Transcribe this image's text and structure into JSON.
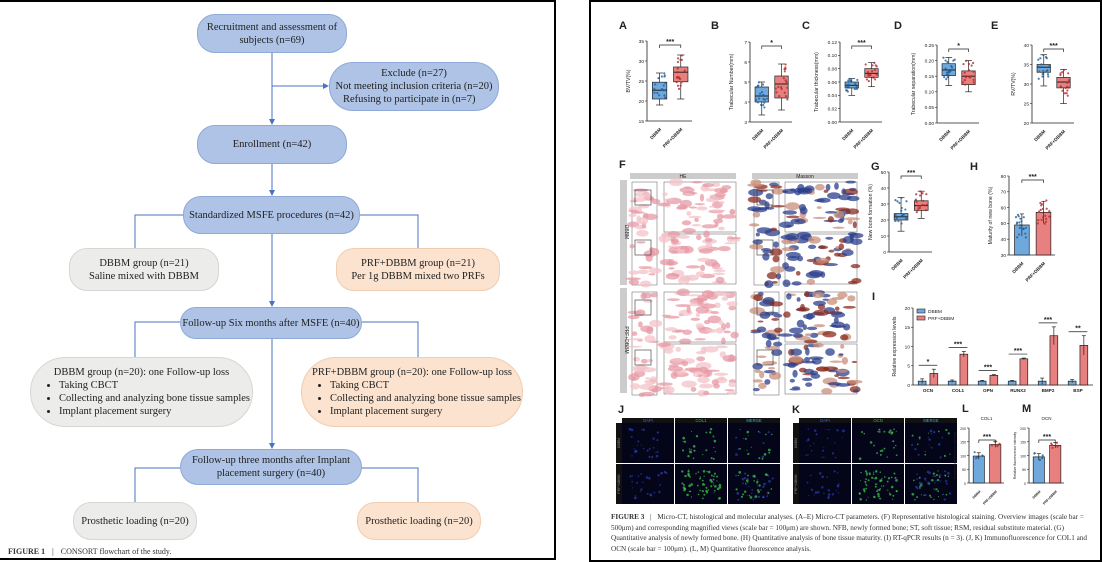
{
  "figure1": {
    "nodes": {
      "recruit": [
        "Recruitment and assessment of",
        "subjects   (n=69)"
      ],
      "exclude": [
        "Exclude (n=27)",
        "Not meeting inclusion criteria (n=20)",
        "Refusing to participate in (n=7)"
      ],
      "enroll": "Enrollment (n=42)",
      "msfe": "Standardized MSFE procedures (n=42)",
      "dbbm21": [
        "DBBM group (n=21)",
        "Saline mixed with DBBM"
      ],
      "prf21": [
        "PRF+DBBM group (n=21)",
        "Per 1g DBBM mixed two PRFs"
      ],
      "follow6": "Follow-up Six months after MSFE (n=40)",
      "dbbm20": {
        "title": "DBBM group (n=20): one Follow-up loss",
        "items": [
          "Taking CBCT",
          "Collecting and analyzing bone tissue samples",
          "Implant placement surgery"
        ]
      },
      "prf20": {
        "title": "PRF+DBBM group (n=20): one Follow-up loss",
        "items": [
          "Taking CBCT",
          "Collecting and analyzing bone tissue samples",
          "Implant placement surgery"
        ]
      },
      "follow3": [
        "Follow-up three months after Implant",
        "placement surgery (n=40)"
      ],
      "prosth_left": "Prosthetic loading (n=20)",
      "prosth_right": "Prosthetic loading (n=20)"
    },
    "colors": {
      "main": "#aec3e6",
      "control": "#ececea",
      "treatment": "#fbe3cf",
      "arrow": "#4a72c4"
    },
    "caption_label": "FIGURE 1",
    "caption_sep": "|",
    "caption_text": "CONSORT flowchart of the study."
  },
  "figure3": {
    "histology": {
      "panel": "F",
      "stains": [
        "HE",
        "Masson"
      ],
      "groups": [
        "DBBM",
        "PRF+DBBM"
      ]
    },
    "if_J": {
      "panel": "J",
      "channels": [
        "DAPI",
        "COL1",
        "MERGE"
      ],
      "groups": [
        "DBBM",
        "PRF+DBBM"
      ]
    },
    "if_K": {
      "panel": "K",
      "channels": [
        "DAPI",
        "OCN",
        "MERGE"
      ],
      "groups": [
        "DBBM",
        "PRF+DBBM"
      ]
    },
    "caption_label": "FIGURE 3",
    "caption_sep": "|",
    "caption_text": "Micro-CT, histological and molecular analyses. (A–E) Micro-CT parameters. (F) Representative histological staining. Overview images (scale bar = 500μm) and corresponding magnified views (scale bar = 100μm) are shown. NFB, newly formed bone; ST, soft tissue; RSM, residual substitute material. (G) Quantitative analysis of newly formed bone. (H) Quantitative analysis of bone tissue maturity. (I) RT-qPCR results (n = 3). (J, K) Immunofluorescence for COL1 and OCN (scale bar = 100μm). (L, M) Quantitative fluorescence analysis.",
    "colors": {
      "DBBM": "#6fa8dc",
      "PRF+DBBM": "#e88080"
    }
  },
  "chart_data": [
    {
      "panel": "A",
      "type": "box",
      "ylabel": "BV/TV(%)",
      "ylim": [
        15,
        35
      ],
      "ticks": [
        15,
        20,
        25,
        30,
        35
      ],
      "categories": [
        "DBBM",
        "PRF+DBBM"
      ],
      "boxes": [
        [
          19,
          20.5,
          22.7,
          24.7,
          27
        ],
        [
          20.5,
          24.8,
          27.2,
          28.5,
          31.5
        ]
      ],
      "significance": "***"
    },
    {
      "panel": "B",
      "type": "box",
      "ylabel": "Trabecular Number(mm)",
      "ylim": [
        3,
        7
      ],
      "ticks": [
        3,
        4,
        5,
        6,
        7
      ],
      "categories": [
        "DBBM",
        "PRF+DBBM"
      ],
      "boxes": [
        [
          3.35,
          4.0,
          4.3,
          4.75,
          5.0
        ],
        [
          3.6,
          4.2,
          4.9,
          5.3,
          5.9
        ]
      ],
      "significance": "*"
    },
    {
      "panel": "C",
      "type": "box",
      "ylabel": "Trabecular thickness(mm)",
      "ylim": [
        0,
        0.12
      ],
      "ticks": [
        "0.00",
        "0.02",
        "0.04",
        "0.06",
        "0.08",
        "0.10",
        "0.12"
      ],
      "categories": [
        "DBBM",
        "PRF+DBBM"
      ],
      "boxes": [
        [
          0.04,
          0.051,
          0.055,
          0.06,
          0.065
        ],
        [
          0.053,
          0.067,
          0.073,
          0.08,
          0.089
        ]
      ],
      "significance": "***"
    },
    {
      "panel": "D",
      "type": "box",
      "ylabel": "Trabecular separation(mm)",
      "ylim": [
        0,
        0.25
      ],
      "ticks": [
        "0.00",
        "0.05",
        "0.10",
        "0.15",
        "0.20",
        "0.25"
      ],
      "categories": [
        "DBBM",
        "PRF+DBBM"
      ],
      "boxes": [
        [
          0.12,
          0.152,
          0.17,
          0.19,
          0.21
        ],
        [
          0.1,
          0.123,
          0.15,
          0.167,
          0.2
        ]
      ],
      "significance": "*"
    },
    {
      "panel": "E",
      "type": "box",
      "ylabel": "RV/TV(%)",
      "ylim": [
        20,
        40
      ],
      "ticks": [
        20,
        25,
        30,
        35,
        40
      ],
      "categories": [
        "DBBM",
        "PRF+DBBM"
      ],
      "boxes": [
        [
          29.5,
          33,
          34.3,
          35,
          37.5
        ],
        [
          25,
          29,
          30.5,
          31.7,
          33.7
        ]
      ],
      "significance": "***"
    },
    {
      "panel": "G",
      "type": "box",
      "ylabel": "New bone formation (%)",
      "ylim": [
        0,
        50
      ],
      "ticks": [
        0,
        10,
        20,
        30,
        40,
        50
      ],
      "categories": [
        "DBBM",
        "PRF+DBBM"
      ],
      "boxes": [
        [
          13,
          20,
          22,
          24,
          34
        ],
        [
          21,
          26,
          29,
          32,
          38
        ]
      ],
      "significance": "***"
    },
    {
      "panel": "H",
      "type": "bar",
      "ylabel": "Maturity of new bone (%)",
      "ylim": [
        30,
        80
      ],
      "ticks": [
        30,
        40,
        50,
        60,
        70,
        80
      ],
      "categories": [
        "DBBM",
        "PRF+DBBM"
      ],
      "values": [
        49,
        57
      ],
      "errors": [
        7,
        7
      ],
      "significance": "***"
    },
    {
      "panel": "I",
      "type": "grouped-bar",
      "ylabel": "Relative expression levels",
      "ylim": [
        0,
        20
      ],
      "ticks": [
        0,
        5,
        10,
        15,
        20
      ],
      "categories": [
        "OCN",
        "COL1",
        "OPN",
        "RUNX2",
        "BMP2",
        "BSP"
      ],
      "legend": "top-left",
      "series": [
        {
          "name": "DBBM",
          "values": [
            1,
            1,
            1,
            1,
            1,
            1
          ],
          "errors": [
            0.6,
            0.3,
            0.2,
            0.2,
            0.8,
            0.4
          ]
        },
        {
          "name": "PRF+DBBM",
          "values": [
            3,
            8,
            2.5,
            6.8,
            12.8,
            10.3
          ],
          "errors": [
            1.1,
            0.7,
            0.2,
            0.2,
            2.3,
            2.5
          ]
        }
      ],
      "significance": [
        "*",
        "***",
        "***",
        "***",
        "***",
        "**"
      ]
    },
    {
      "panel": "L",
      "type": "bar",
      "title": "COL1",
      "ylabel": "Relative fluorescence intensity",
      "ylim": [
        0,
        200
      ],
      "ticks": [
        0,
        50,
        100,
        150,
        200
      ],
      "categories": [
        "DBBM",
        "PRF+DBBM"
      ],
      "values": [
        98,
        140
      ],
      "errors": [
        12,
        10
      ],
      "significance": "***"
    },
    {
      "panel": "M",
      "type": "bar",
      "title": "OCN",
      "ylabel": "Relative fluorescence intensity",
      "ylim": [
        0,
        200
      ],
      "ticks": [
        0,
        50,
        100,
        150,
        200
      ],
      "categories": [
        "DBBM",
        "PRF+DBBM"
      ],
      "values": [
        95,
        137
      ],
      "errors": [
        12,
        10
      ],
      "significance": "***"
    }
  ]
}
